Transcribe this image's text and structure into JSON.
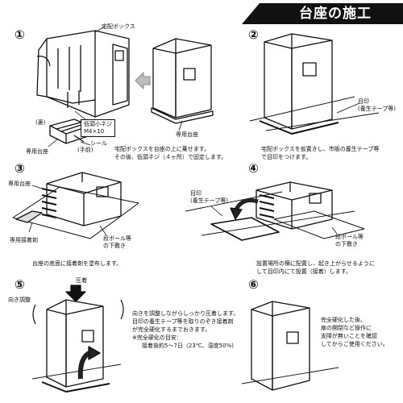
{
  "title": "台座の施工",
  "steps": [
    {
      "num": "①"
    },
    {
      "num": "②"
    },
    {
      "num": "③"
    },
    {
      "num": "④"
    },
    {
      "num": "⑤"
    },
    {
      "num": "⑥"
    }
  ],
  "labels": {
    "takuhai_box": "宅配ボックス",
    "screw": "低頭小ネジ\nM4×10",
    "seal_upper": "(裏)",
    "seal": "シール",
    "seal_lower": "(手前)",
    "base_1": "専用台座",
    "base_1b": "専用台座",
    "mark_2": "目印\n(養生テープ等)",
    "base_3": "専用台座",
    "adhesive": "専用接着剤",
    "cardboard_3": "段ボール等\nの下敷き",
    "mark_4": "目印\n(養生テープ等)",
    "cardboard_4": "段ボール等\nの下敷き",
    "pressure": "圧着",
    "direction": "向き調整"
  },
  "captions": {
    "s1": "宅配ボックスを台座の上に乗せます。\nその後、低頭ネジ（４ヶ所）で固定します。",
    "s2": "宅配ボックスを仮置きし、市販の養生テープ等\nで目印をつけます。",
    "s3": "台座の底面に接着剤を塗布します。",
    "s4": "設置場所の横に配置し、起き上がらせるように\nして目印内にて設置（接着）します。",
    "s5a": "向きを調整しながらしっかり圧着します。\n目印の養生テープ等を取りのぞき接着剤\nが完全硬化するまでおきます。",
    "s5b": "※完全硬化の目安：",
    "s5c": "接着後約5～7日（23℃、湿度50%)",
    "s6": "完全硬化した後、\n扉の開閉など操作に\n支障が無いことを確認\nしてからご使用ください。"
  }
}
